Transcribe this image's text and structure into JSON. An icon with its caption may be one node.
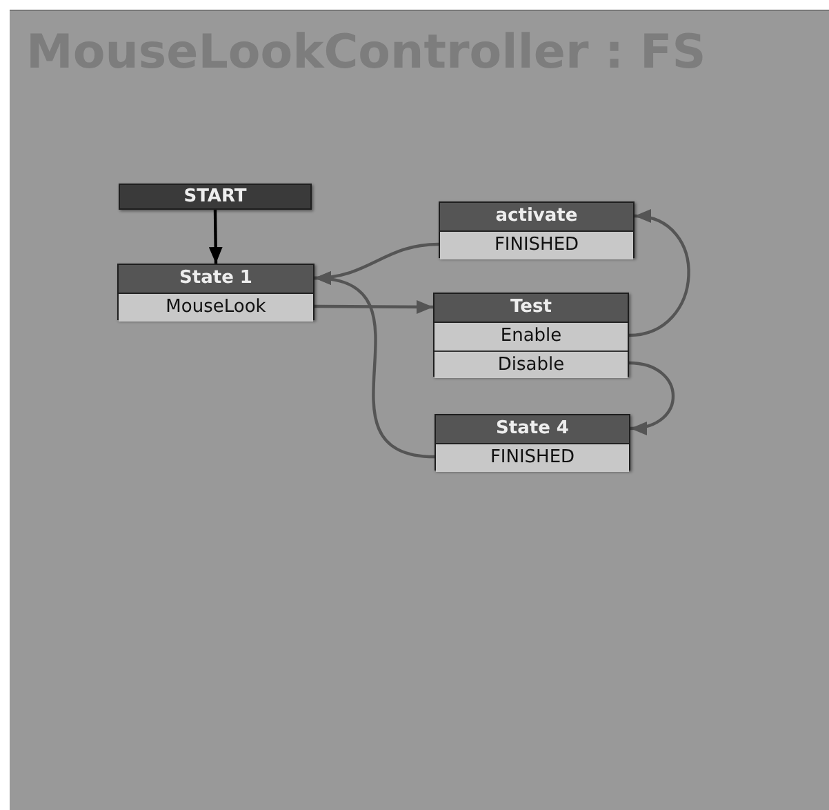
{
  "diagram": {
    "title": "MouseLookController : FS",
    "nodes": [
      {
        "text": [
          "START"
        ]
      },
      {
        "text": [
          "State 1"
        ]
      },
      {
        "text": [
          "MouseLook"
        ],
        "in": 1
      },
      {
        "text": [
          "activate"
        ]
      },
      {
        "text": [
          "FINISHED"
        ],
        "in": 3
      },
      {
        "text": [
          "Test"
        ]
      },
      {
        "text": [
          "Enable"
        ],
        "in": 5
      },
      {
        "text": [
          "Disable"
        ],
        "in": 5
      },
      {
        "text": [
          "State 4"
        ]
      },
      {
        "text": [
          "FINISHED"
        ],
        "in": 8
      }
    ],
    "edges": [
      {
        "from": 0,
        "to": 1,
        "arrow": "to",
        "color": "#000000"
      },
      {
        "from": 2,
        "to": 5,
        "arrow": "to"
      },
      {
        "from": 4,
        "to": 1,
        "arrow": "to"
      },
      {
        "from": 6,
        "to": 3,
        "arrow": "to"
      },
      {
        "from": 7,
        "to": 8,
        "arrow": "to"
      },
      {
        "from": 9,
        "to": 1,
        "arrow": "to"
      }
    ]
  }
}
